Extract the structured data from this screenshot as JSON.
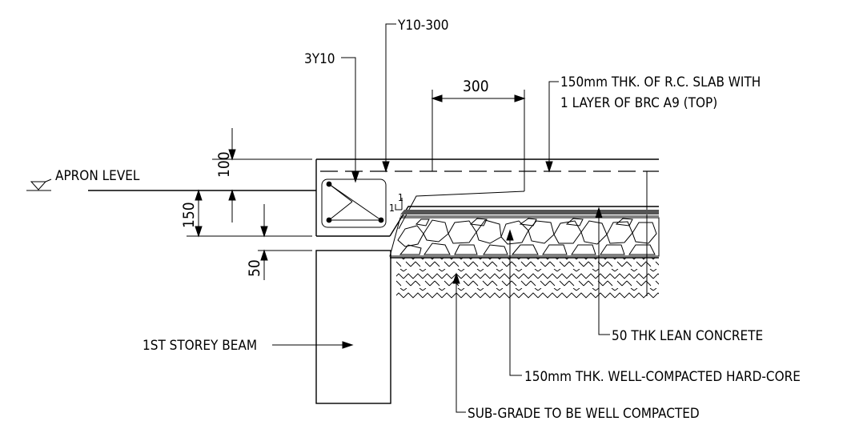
{
  "labels": {
    "apron_level": "APRON LEVEL",
    "y10_300": "Y10-300",
    "three_y10": "3Y10",
    "dim_300": "300",
    "slab_line1": "150mm THK. OF R.C. SLAB WITH",
    "slab_line2": "1 LAYER OF BRC A9 (TOP)",
    "dim_100": "100",
    "dim_150": "150",
    "dim_50": "50",
    "slope_1a": "1",
    "slope_1b": "1",
    "beam": "1ST STOREY BEAM",
    "lean_concrete": "50 THK LEAN CONCRETE",
    "hardcore": "150mm THK. WELL-COMPACTED HARD-CORE",
    "subgrade": "SUB-GRADE TO BE WELL COMPACTED"
  }
}
